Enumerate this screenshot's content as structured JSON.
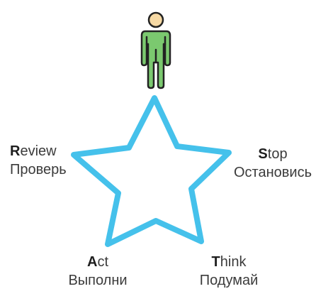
{
  "colors": {
    "star_stroke": "#45c1eb",
    "person_fill": "#7bc96f",
    "person_head": "#f6d9a4",
    "outline": "#222222",
    "text": "#3b3b3b"
  },
  "icons": {
    "person": "person-icon",
    "star": "star-shape"
  },
  "labels": {
    "review": {
      "initial": "R",
      "rest": "eview",
      "ru": "Проверь"
    },
    "stop": {
      "initial": "S",
      "rest": "top",
      "ru": "Остановись"
    },
    "act": {
      "initial": "A",
      "rest": "ct",
      "ru": "Выполни"
    },
    "think": {
      "initial": "T",
      "rest": "hink",
      "ru": "Подумай"
    }
  }
}
